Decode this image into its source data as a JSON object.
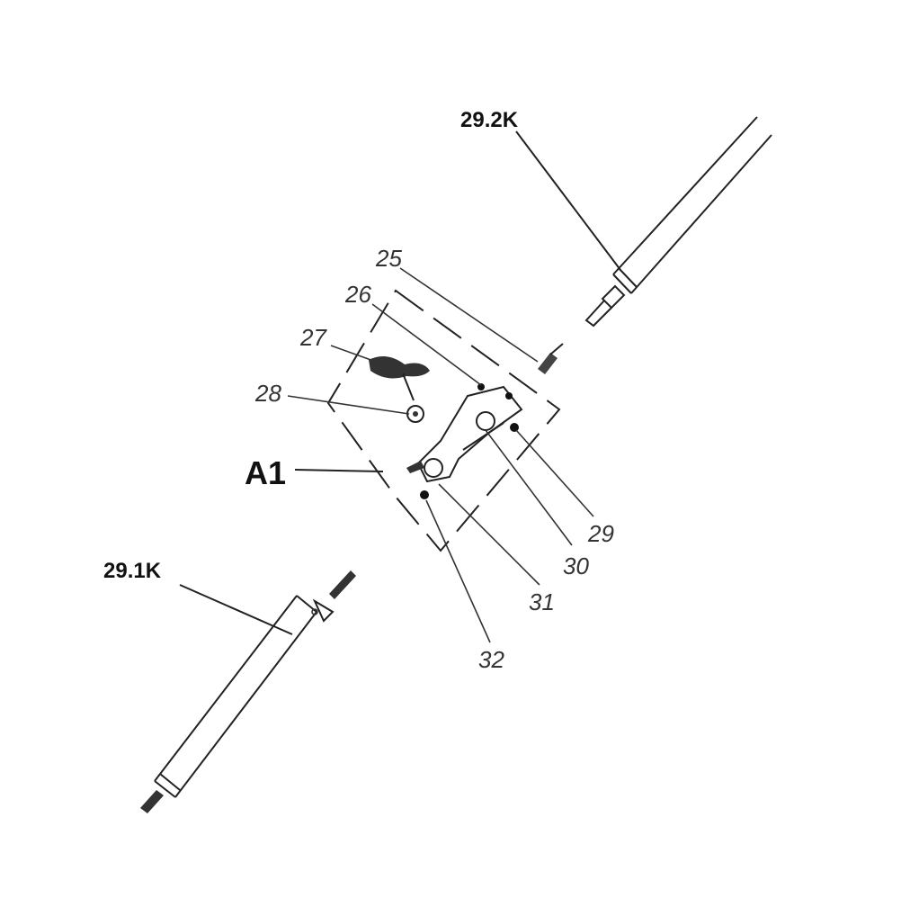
{
  "labels": {
    "upper_tube": "29.2K",
    "lower_tube": "29.1K",
    "assembly": "A1",
    "p25": "25",
    "p26": "26",
    "p27": "27",
    "p28": "28",
    "p29": "29",
    "p30": "30",
    "p31": "31",
    "p32": "32"
  }
}
